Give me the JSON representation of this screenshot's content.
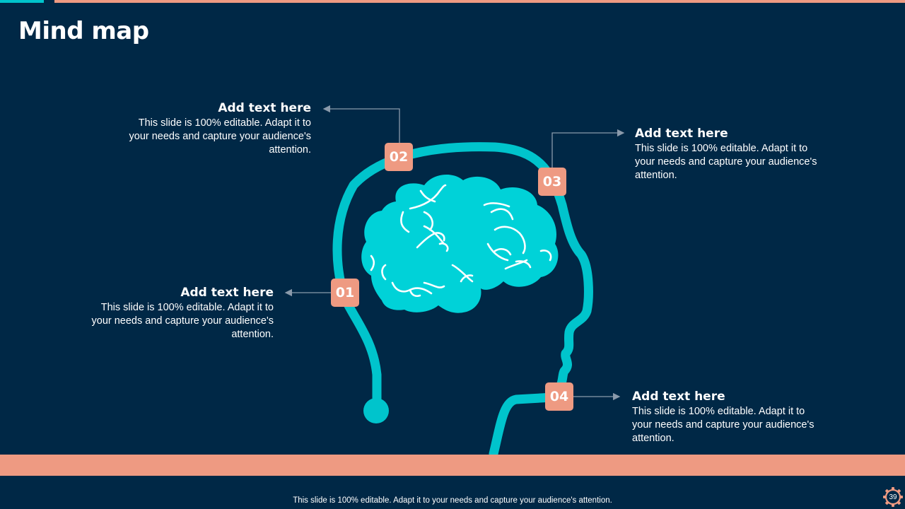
{
  "page": {
    "title": "Mind map"
  },
  "colors": {
    "background": "#002846",
    "accent": "#00c4cc",
    "highlight": "#ee9a82",
    "text": "#ffffff",
    "connector": "#8a9aab"
  },
  "items": [
    {
      "number": "01",
      "heading": "Add text here",
      "body": "This slide is 100% editable. Adapt it to your needs and capture your audience's attention."
    },
    {
      "number": "02",
      "heading": "Add text here",
      "body": "This slide is 100% editable. Adapt it to your needs and capture your audience's attention."
    },
    {
      "number": "03",
      "heading": "Add text here",
      "body": "This slide is 100% editable. Adapt it to your needs and capture your audience's attention."
    },
    {
      "number": "04",
      "heading": "Add text here",
      "body": "This slide is 100% editable. Adapt it to your needs and capture your audience's attention."
    }
  ],
  "icons": {
    "main": "head-brain-icon",
    "page_badge": "gear-icon"
  },
  "footer": {
    "text": "This slide is 100% editable. Adapt it to your needs and capture your audience's attention.",
    "page_number": "39"
  }
}
